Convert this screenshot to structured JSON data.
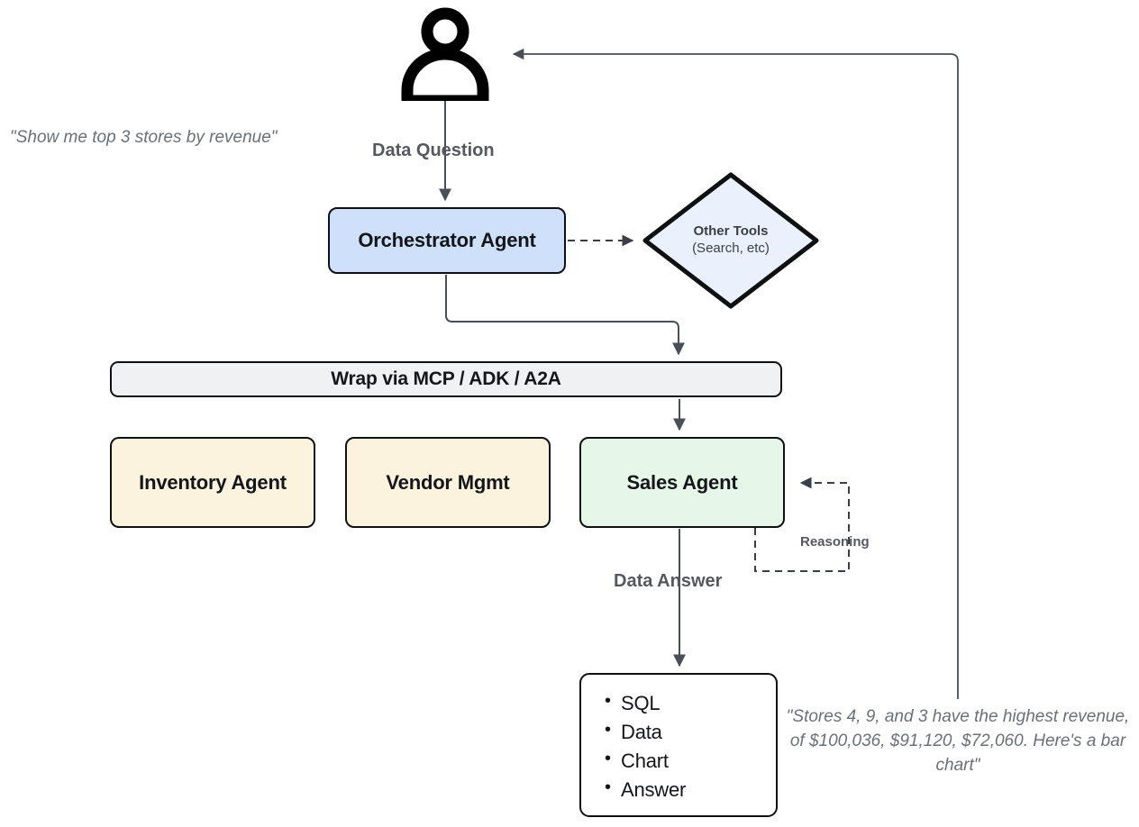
{
  "diagram": {
    "title": "Multi-agent data question orchestration flow",
    "colors": {
      "orchestrator_fill": "#cfe0fa",
      "diamond_fill": "#eaf1fd",
      "mcp_fill": "#eff1f3",
      "agent_amber_fill": "#fcf3df",
      "agent_green_fill": "#e7f7e7",
      "stroke": "#0f1012",
      "arrow": "#4a4f57",
      "label_text": "#55595f",
      "quote_text": "#6b7077"
    },
    "actor": {
      "icon": "person-icon",
      "quote": "\"Show me top 3 stores by revenue\""
    },
    "nodes": {
      "orchestrator": "Orchestrator Agent",
      "other_tools_title": "Other Tools",
      "other_tools_sub": "(Search, etc)",
      "mcp_bar": "Wrap via MCP / ADK / A2A",
      "inventory_agent": "Inventory Agent",
      "vendor_mgmt": "Vendor Mgmt",
      "sales_agent": "Sales Agent"
    },
    "edges": {
      "data_question": "Data Question",
      "data_answer": "Data Answer",
      "reasoning": "Reasoning"
    },
    "output_box": {
      "items": [
        "SQL",
        "Data",
        "Chart",
        "Answer"
      ]
    },
    "answer_quote": "\"Stores 4, 9, and 3 have the highest revenue, of $100,036, $91,120, $72,060. Here's a bar chart\""
  }
}
